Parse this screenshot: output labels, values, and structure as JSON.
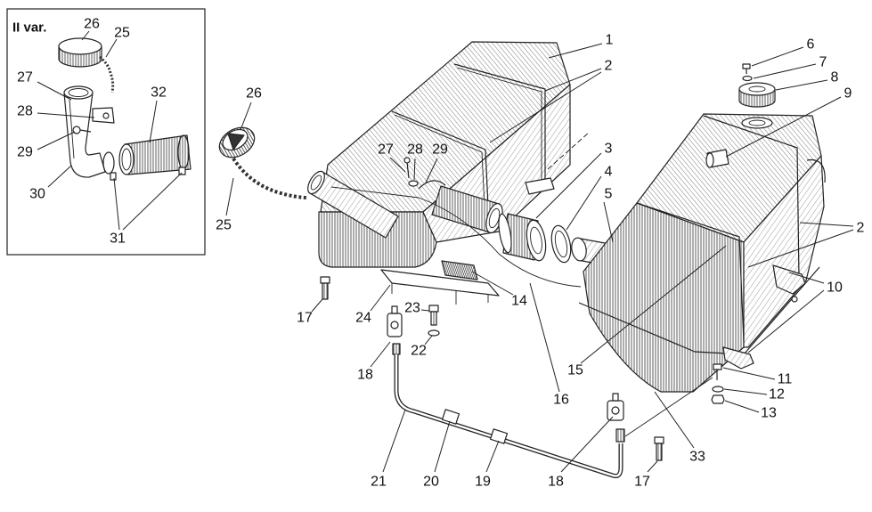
{
  "inset": {
    "title": "II var.",
    "callouts": [
      "26",
      "25",
      "27",
      "32",
      "28",
      "29",
      "30",
      "31"
    ]
  },
  "main": {
    "callouts": [
      "1",
      "2",
      "26",
      "27",
      "28",
      "29",
      "3",
      "4",
      "5",
      "25",
      "6",
      "7",
      "8",
      "9",
      "2",
      "10",
      "17",
      "24",
      "23",
      "14",
      "22",
      "18",
      "15",
      "16",
      "11",
      "12",
      "13",
      "21",
      "20",
      "19",
      "18",
      "17",
      "33"
    ]
  }
}
